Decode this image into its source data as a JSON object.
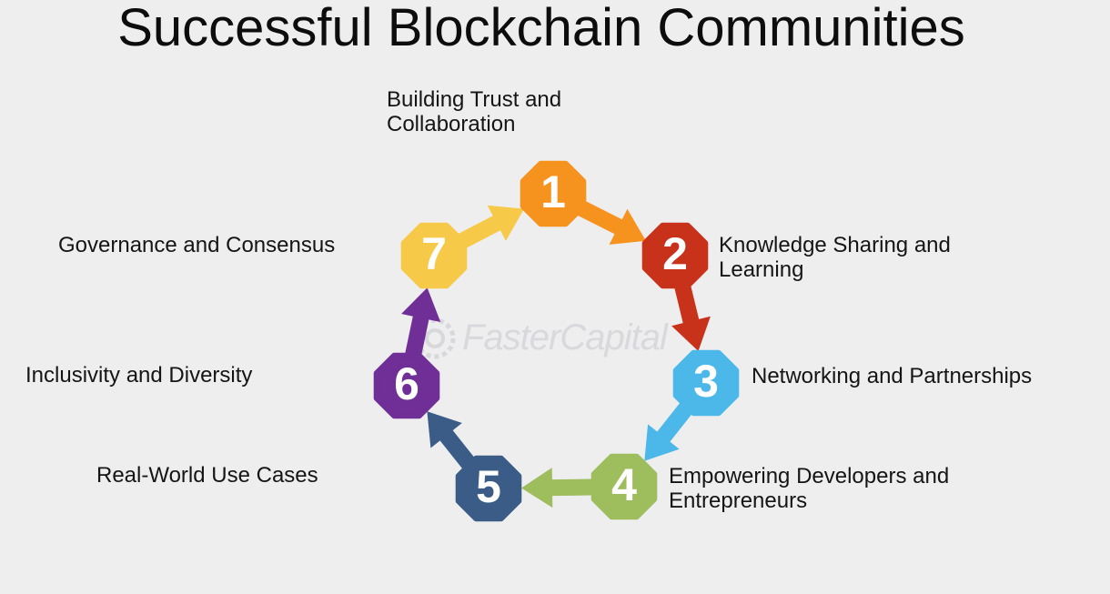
{
  "title": "Successful Blockchain Communities",
  "watermark": "FasterCapital",
  "steps": [
    {
      "number": "1",
      "label": "Building Trust and\nCollaboration",
      "color": "#f6931e"
    },
    {
      "number": "2",
      "label": "Knowledge Sharing and\nLearning",
      "color": "#c8321a"
    },
    {
      "number": "3",
      "label": "Networking and Partnerships",
      "color": "#4cb8e9"
    },
    {
      "number": "4",
      "label": "Empowering Developers and\nEntrepreneurs",
      "color": "#9ebd5d"
    },
    {
      "number": "5",
      "label": "Real-World Use Cases",
      "color": "#3a5c86"
    },
    {
      "number": "6",
      "label": "Inclusivity and Diversity",
      "color": "#6f2f96"
    },
    {
      "number": "7",
      "label": "Governance and Consensus",
      "color": "#f7c948"
    }
  ]
}
